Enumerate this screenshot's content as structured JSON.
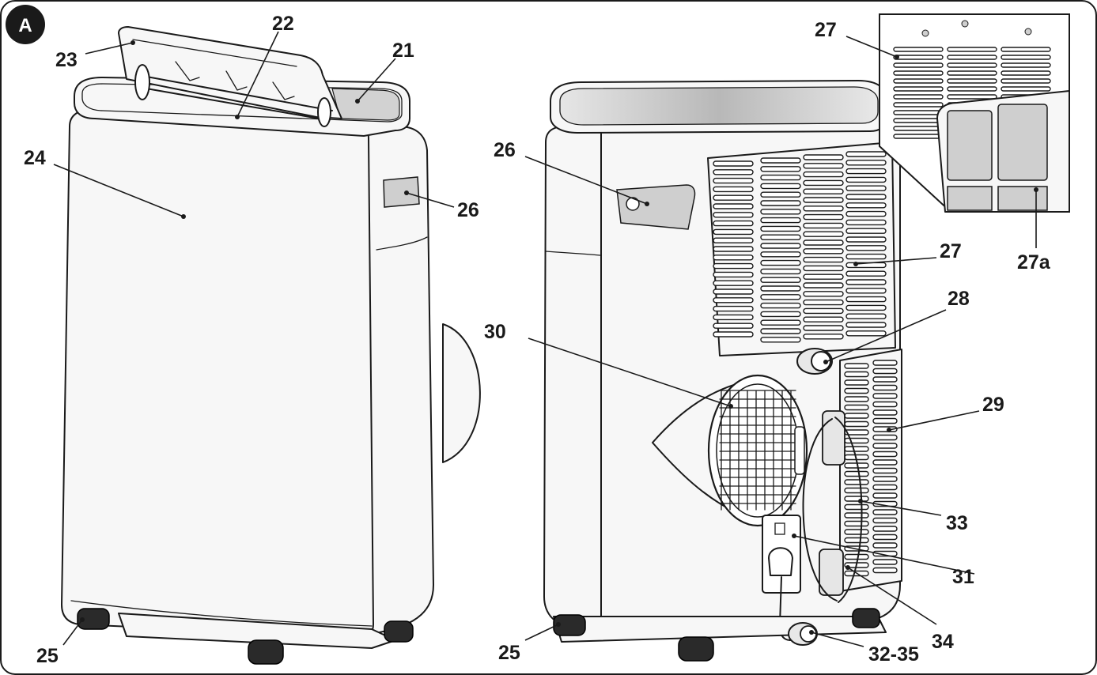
{
  "figure": {
    "badge": "A",
    "labels": {
      "l21": "21",
      "l22": "22",
      "l23": "23",
      "l24": "24",
      "l25a": "25",
      "l26a": "26",
      "l26b": "26",
      "l27a": "27",
      "l27b": "27",
      "l27c": "27a",
      "l25b": "25",
      "l28": "28",
      "l29": "29",
      "l30": "30",
      "l31": "31",
      "l32": "32-35",
      "l33": "33",
      "l34": "34"
    }
  },
  "colors": {
    "outline": "#1a1a1a",
    "panel": "#f7f7f7",
    "grey_part": "#cfcfcf",
    "wheel": "#2a2a2a"
  }
}
